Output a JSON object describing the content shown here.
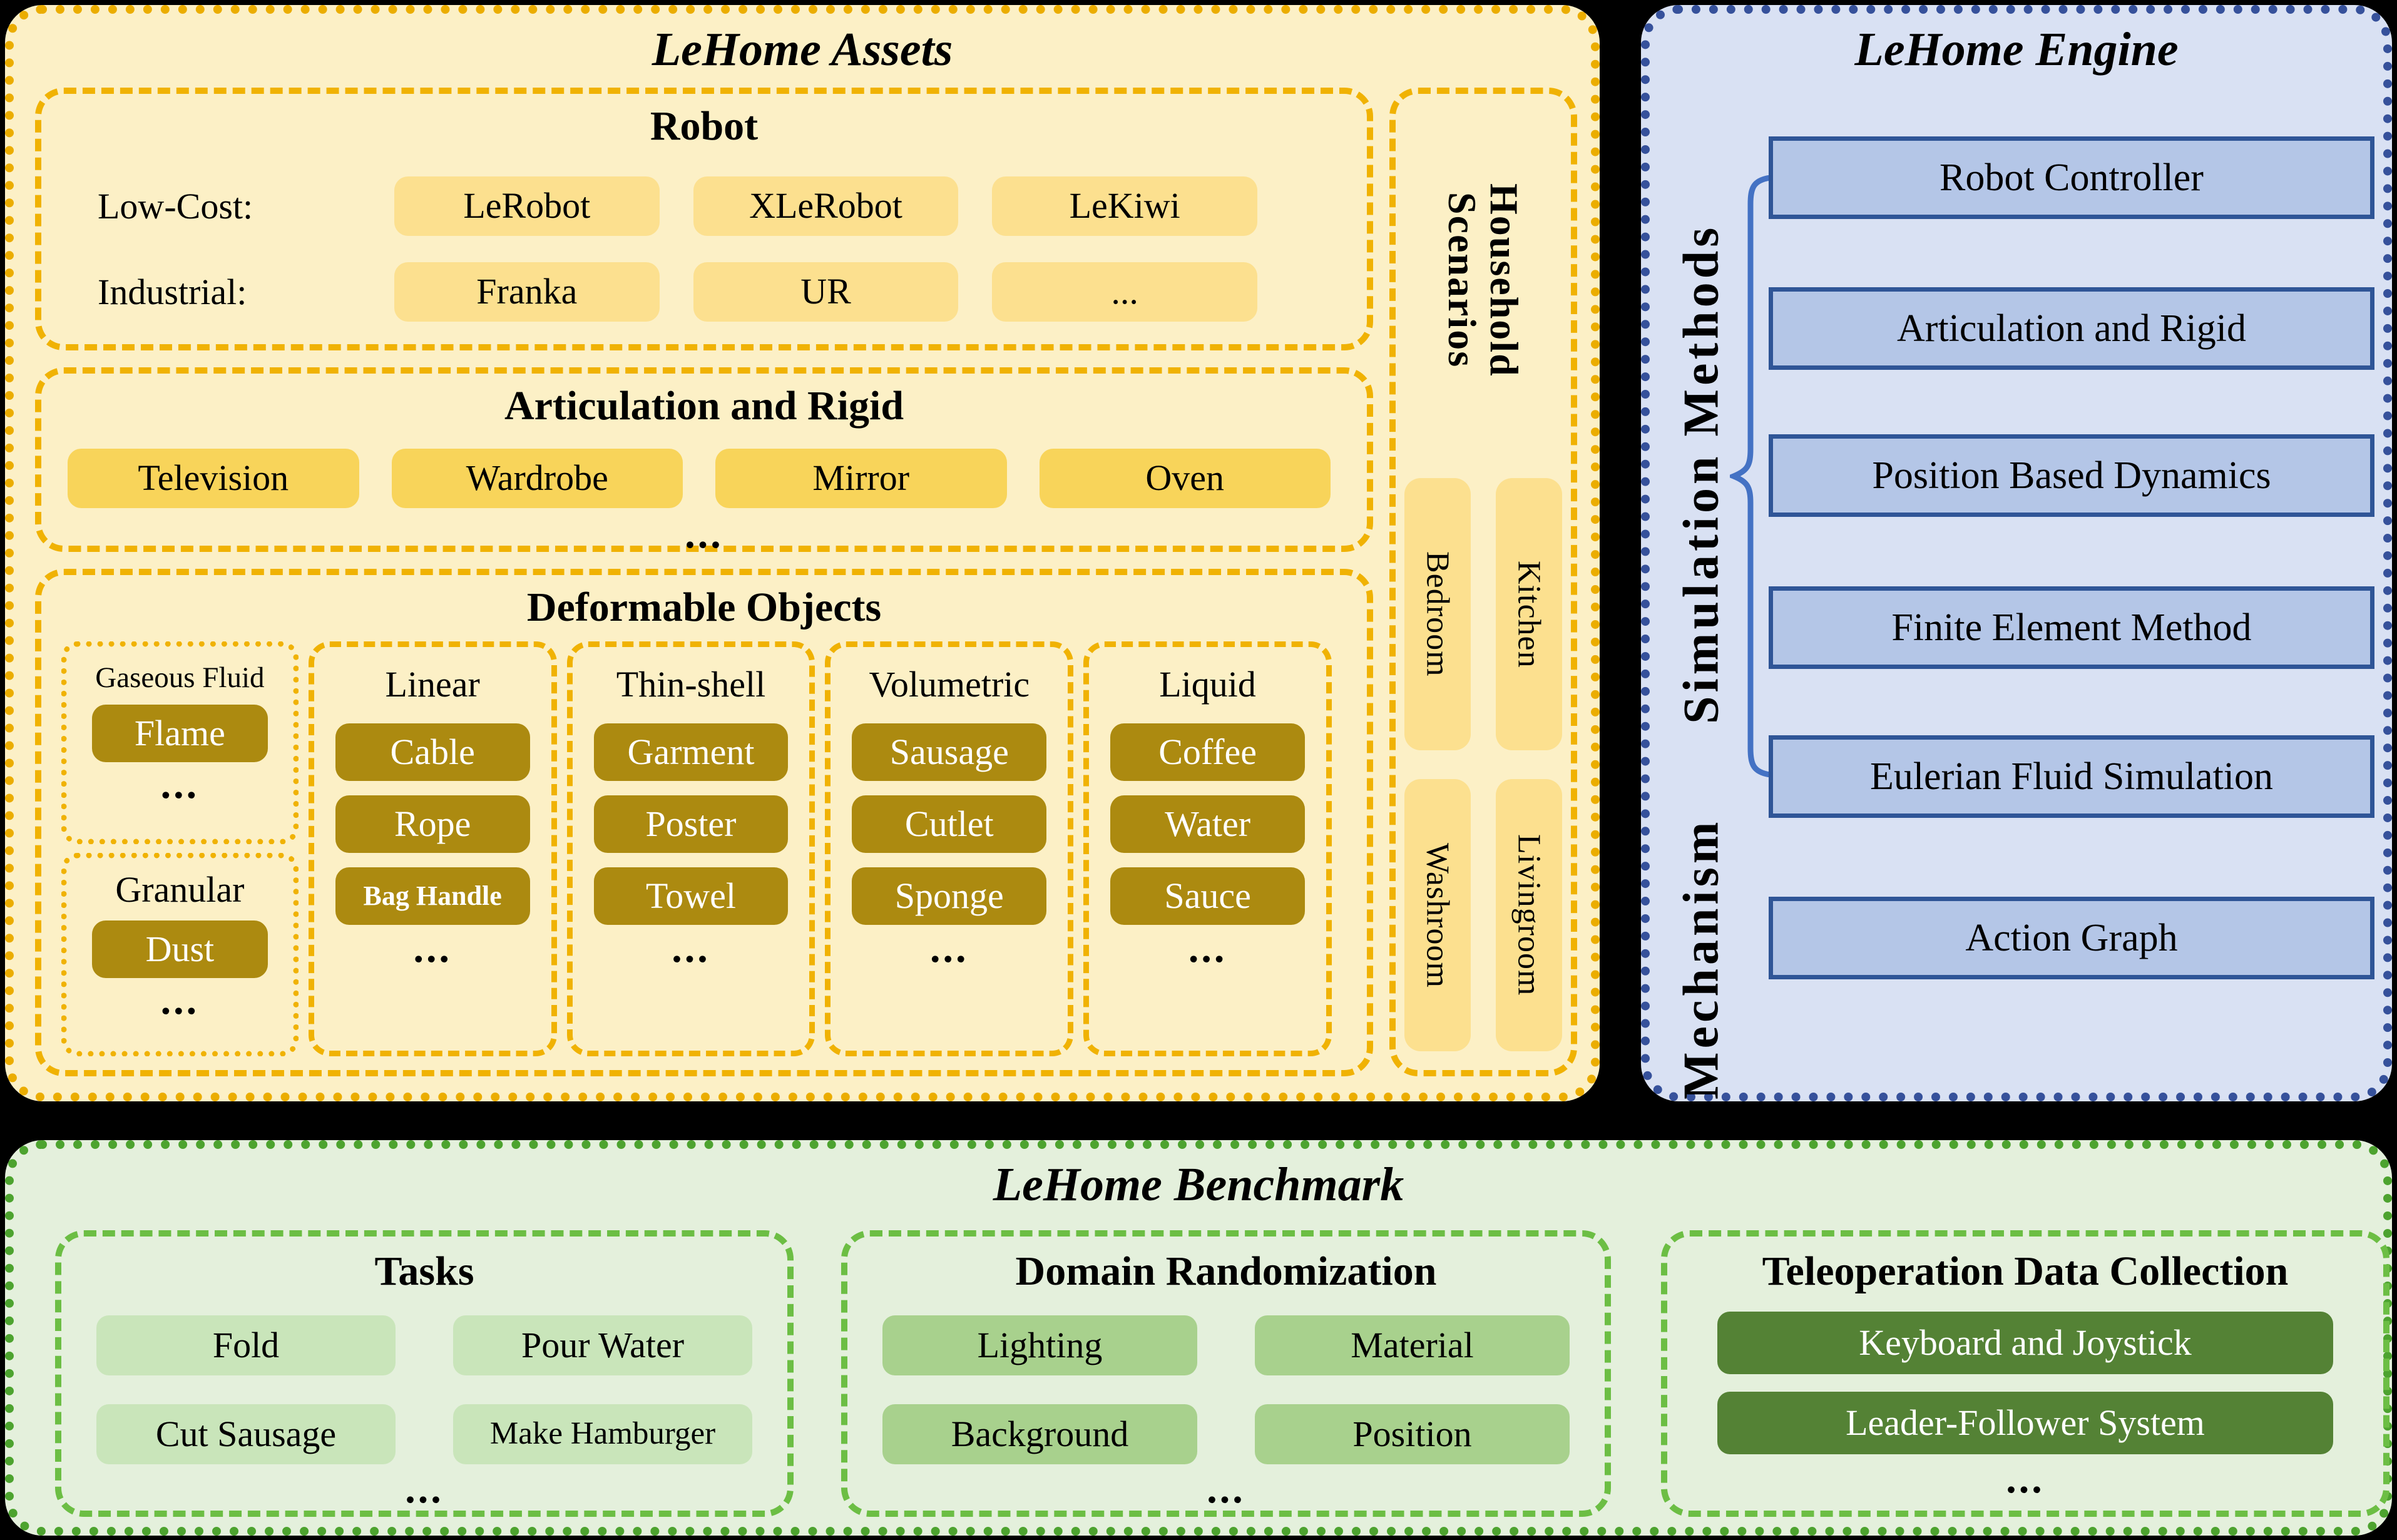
{
  "palette": {
    "page_bg": "#000000",
    "assets_bg": "#FCF0C6",
    "assets_border": "#EBAD00",
    "assets_dash": "#F0B203",
    "pill_light": "#FCE08F",
    "pill_mid": "#F8D45A",
    "pill_dark": "#AC8A10",
    "engine_bg": "#D9E1F3",
    "engine_border": "#36519B",
    "engine_box_fill": "#B4C6E7",
    "engine_box_border": "#2F5597",
    "brace": "#4472C4",
    "benchmark_bg": "#E4F0DC",
    "benchmark_border": "#4DA32F",
    "benchmark_dash": "#6CBE44",
    "task_pill": "#C9E5BA",
    "domain_pill": "#A8D18D",
    "teleop_pill": "#548235"
  },
  "assets": {
    "title": "LeHome Assets",
    "robot": {
      "title": "Robot",
      "rows": [
        {
          "label": "Low-Cost:",
          "items": [
            "LeRobot",
            "XLeRobot",
            "LeKiwi"
          ]
        },
        {
          "label": "Industrial:",
          "items": [
            "Franka",
            "UR",
            "..."
          ]
        }
      ]
    },
    "articulation": {
      "title": "Articulation and Rigid",
      "items": [
        "Television",
        "Wardrobe",
        "Mirror",
        "Oven"
      ],
      "more": "..."
    },
    "deformable": {
      "title": "Deformable Objects",
      "col1": {
        "top": {
          "header": "Gaseous Fluid",
          "items": [
            "Flame"
          ],
          "more": "..."
        },
        "bottom": {
          "header": "Granular",
          "items": [
            "Dust"
          ],
          "more": "..."
        }
      },
      "columns": [
        {
          "header": "Linear",
          "items": [
            "Cable",
            "Rope",
            "Bag Handle"
          ],
          "more": "..."
        },
        {
          "header": "Thin-shell",
          "items": [
            "Garment",
            "Poster",
            "Towel"
          ],
          "more": "..."
        },
        {
          "header": "Volumetric",
          "items": [
            "Sausage",
            "Cutlet",
            "Sponge"
          ],
          "more": "..."
        },
        {
          "header": "Liquid",
          "items": [
            "Coffee",
            "Water",
            "Sauce"
          ],
          "more": "..."
        }
      ]
    },
    "household": {
      "title_line1": "Household",
      "title_line2": "Scenarios",
      "rooms": [
        "Bedroom",
        "Kitchen",
        "Washroom",
        "Livingroom"
      ]
    }
  },
  "engine": {
    "title": "LeHome Engine",
    "label_top": "Simulation Methods",
    "label_bottom": "Mechanism",
    "boxes": [
      "Robot Controller",
      "Articulation and Rigid",
      "Position Based Dynamics",
      "Finite Element Method",
      "Eulerian Fluid Simulation"
    ],
    "mechanism_box": "Action Graph"
  },
  "benchmark": {
    "title": "LeHome Benchmark",
    "tasks": {
      "title": "Tasks",
      "items": [
        "Fold",
        "Pour Water",
        "Cut Sausage",
        "Make Hamburger"
      ],
      "more": "..."
    },
    "domain": {
      "title": "Domain Randomization",
      "items": [
        "Lighting",
        "Material",
        "Background",
        "Position"
      ],
      "more": "..."
    },
    "teleop": {
      "title": "Teleoperation Data Collection",
      "items": [
        "Keyboard and Joystick",
        "Leader-Follower System"
      ],
      "more": "..."
    }
  }
}
